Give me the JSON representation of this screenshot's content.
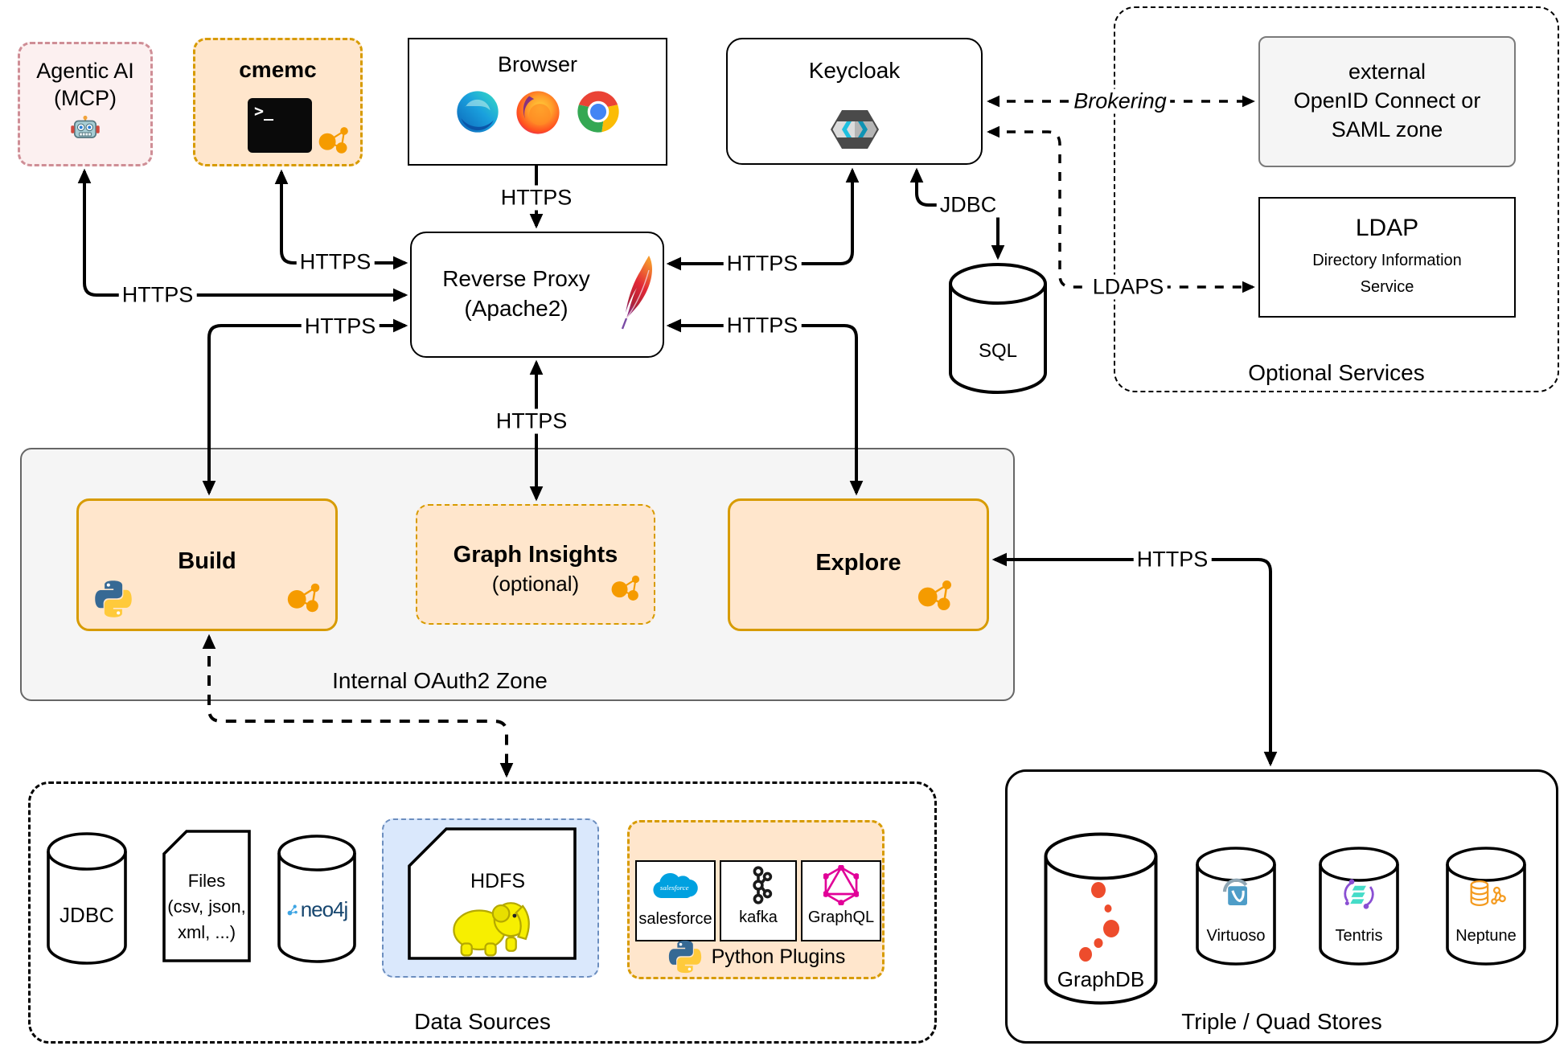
{
  "diagram": {
    "nodes": {
      "agentic_ai": {
        "line1": "Agentic AI",
        "line2": "(MCP)"
      },
      "cmemc": {
        "title": "cmemc",
        "terminal_glyph": ">_"
      },
      "browser": {
        "title": "Browser"
      },
      "keycloak": {
        "title": "Keycloak"
      },
      "reverse_proxy": {
        "line1": "Reverse Proxy",
        "line2": "(Apache2)"
      },
      "sql": {
        "label": "SQL"
      },
      "external_idp": {
        "line1": "external",
        "line2": "OpenID Connect or",
        "line3": "SAML zone"
      },
      "ldap": {
        "title": "LDAP",
        "line1": "Directory Information",
        "line2": "Service"
      },
      "optional_services": {
        "label": "Optional Services"
      },
      "oauth_zone": {
        "label": "Internal OAuth2 Zone"
      },
      "build": {
        "title": "Build"
      },
      "graph_insights": {
        "title": "Graph Insights",
        "subtitle": "(optional)"
      },
      "explore": {
        "title": "Explore"
      },
      "data_sources": {
        "label": "Data Sources"
      },
      "jdbc_store": {
        "label": "JDBC"
      },
      "files": {
        "line1": "Files",
        "line2": "(csv, json,",
        "line3": "xml, ...)"
      },
      "neo4j": {
        "label": "neo4j"
      },
      "hdfs": {
        "label": "HDFS"
      },
      "python_plugins": {
        "label": "Python Plugins",
        "plugins": [
          "salesforce",
          "kafka",
          "GraphQL"
        ]
      },
      "triple_quad_stores": {
        "label": "Triple / Quad Stores",
        "stores": [
          "GraphDB",
          "Virtuoso",
          "Tentris",
          "Neptune"
        ]
      }
    },
    "edges": {
      "browser_proxy": "HTTPS",
      "cmemc_proxy": "HTTPS",
      "agentic_proxy": "HTTPS",
      "build_proxy": "HTTPS",
      "keycloak_proxy": "HTTPS",
      "explore_proxy": "HTTPS",
      "insights_proxy": "HTTPS",
      "explore_stores": "HTTPS",
      "keycloak_sql": "JDBC",
      "keycloak_idp": "Brokering",
      "keycloak_ldap": "LDAPS"
    },
    "colors": {
      "orange_fill": "#ffe6cc",
      "orange_stroke": "#d79b00",
      "pink_fill": "#fcf0f0",
      "pink_stroke": "#cf8e96",
      "gray_fill": "#f5f5f5",
      "gray_stroke": "#666666",
      "blue_fill": "#dae8fc",
      "blue_stroke": "#6c8ebf"
    }
  }
}
